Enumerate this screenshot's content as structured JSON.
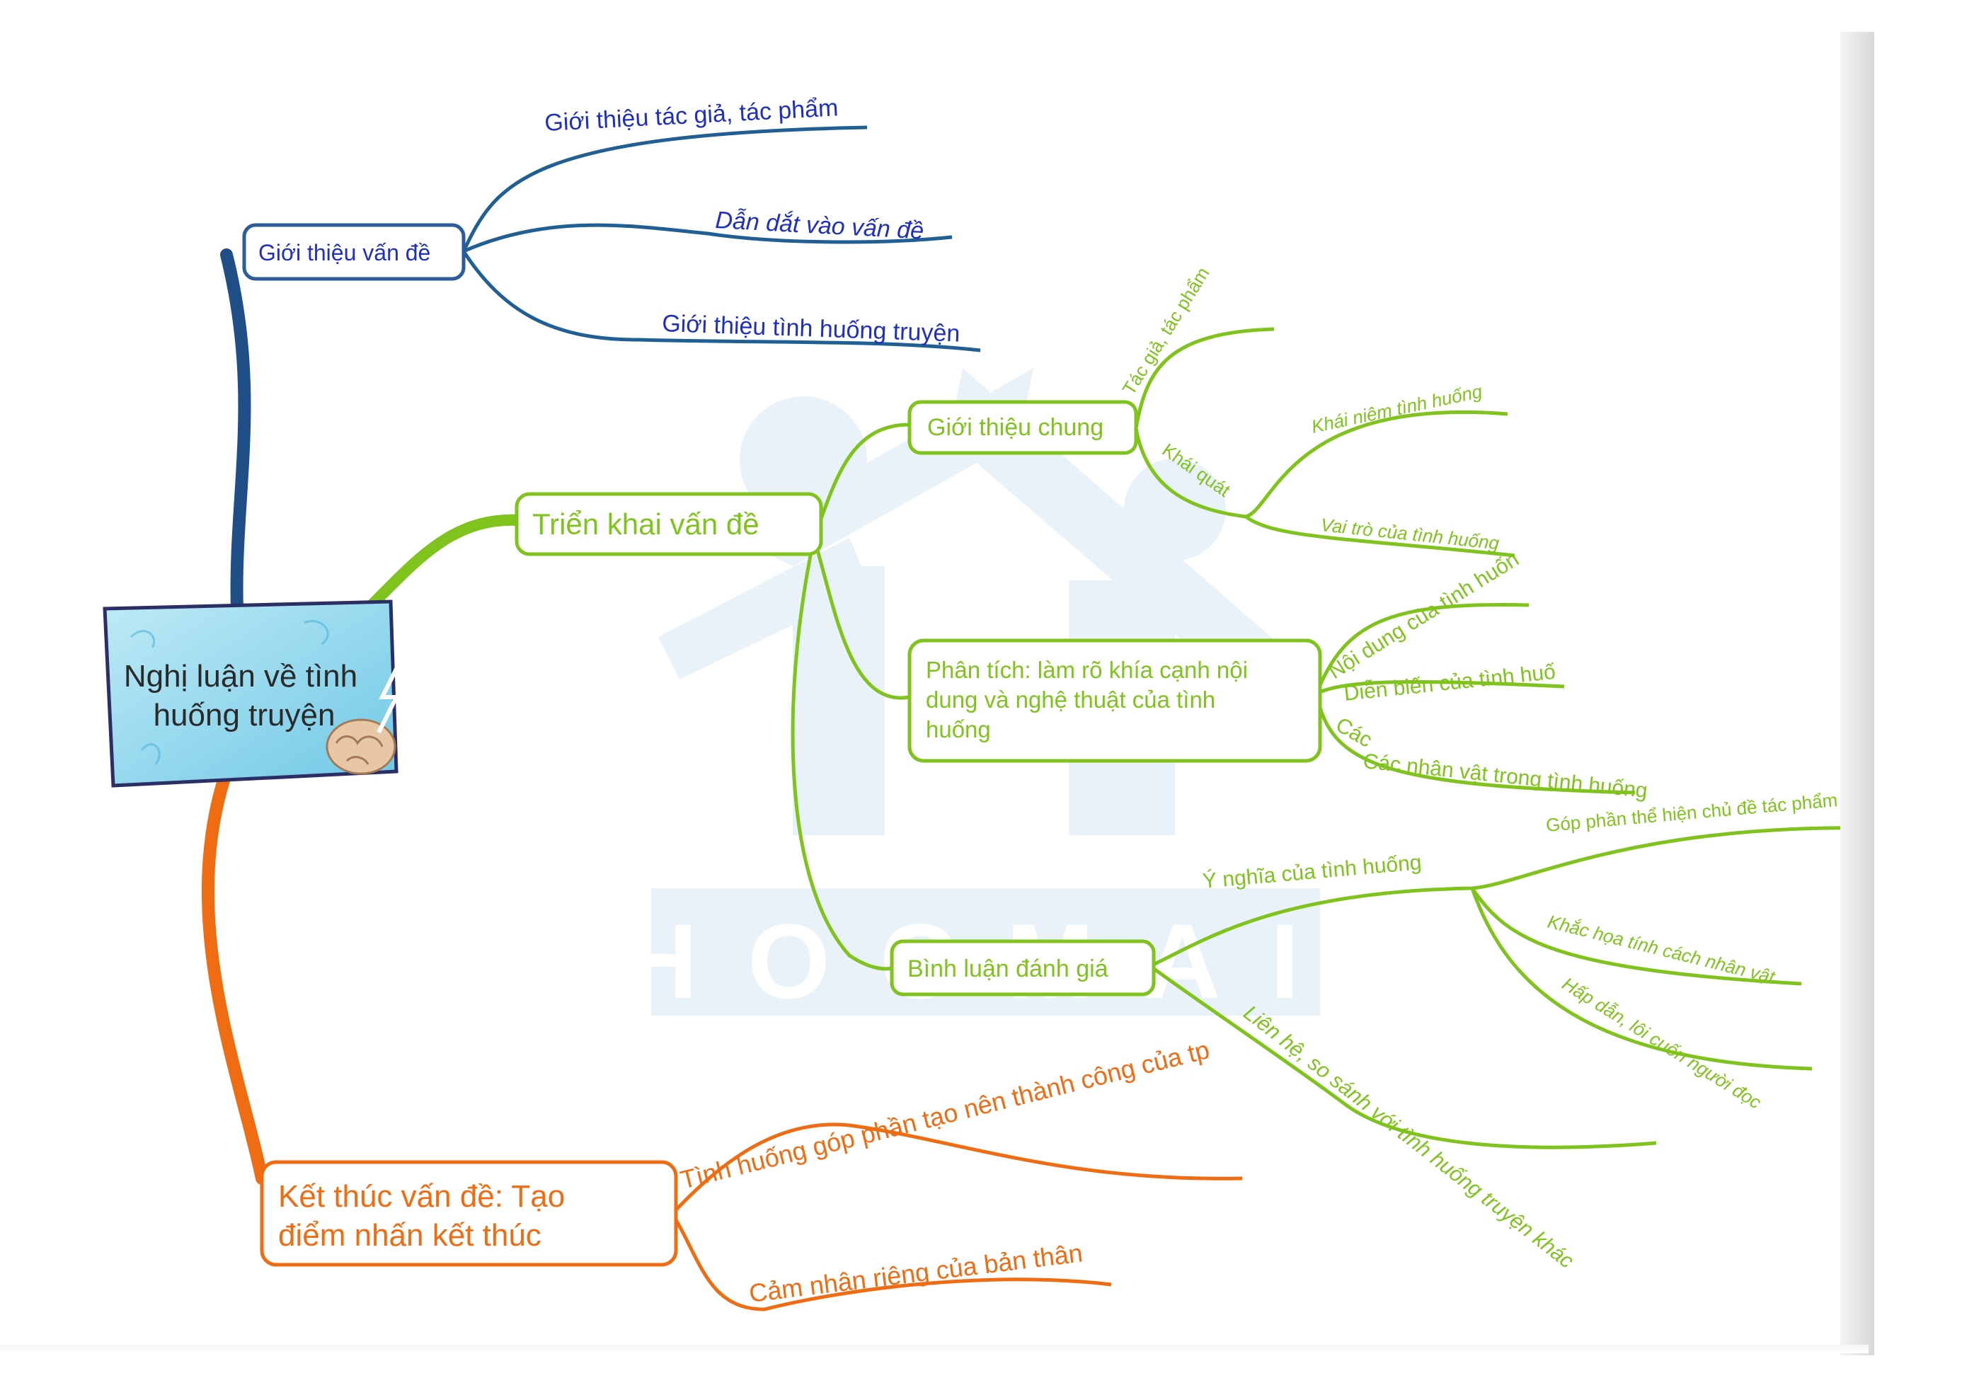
{
  "watermark": {
    "text": "HOCMAI"
  },
  "colors": {
    "blue": "#1f4f86",
    "green": "#7fc31c",
    "orange": "#ef6c13",
    "central_bg": "#8fd8ee"
  },
  "central": {
    "line1": "Nghị luận về tình",
    "line2": "huống truyện"
  },
  "intro": {
    "title": "Giới thiệu vấn đề",
    "children": [
      "Giới thiệu tác giả, tác phẩm",
      "Dẫn dắt vào vấn đề",
      "Giới thiệu tình huống truyện"
    ]
  },
  "body": {
    "title": "Triển khai vấn đề",
    "general": {
      "title": "Giới thiệu chung",
      "author": "Tác giả, tác phẩm",
      "overview": "Khái quát",
      "overview_children": [
        "Khái niệm tình huống",
        "Vai trò của tình huống"
      ]
    },
    "analysis": {
      "lines": [
        "Phân tích: làm rõ khía cạnh nội",
        "dung và nghệ thuật của tình",
        "huống"
      ],
      "children": [
        "Nội dung của tình huốn",
        "Diễn biến của tình huố",
        "Các nhân vật trong tình huống"
      ]
    },
    "comment": {
      "title": "Bình luận đánh giá",
      "meaning": "Ý nghĩa của tình huống",
      "meaning_children": [
        "Góp phần thể hiện chủ đề tác phẩm",
        "Khắc họa tính cách nhân vật",
        "Hấp dẫn, lôi cuốn người đọc"
      ],
      "compare": "Liên hệ, so sánh với tình huống truyện khác"
    }
  },
  "ending": {
    "lines": [
      "Kết thúc vấn đề: Tạo",
      "điểm nhấn kết thúc"
    ],
    "children": [
      "Tình huống góp phần tạo nên thành công của tp",
      "Cảm nhận riêng của bản thân"
    ]
  }
}
